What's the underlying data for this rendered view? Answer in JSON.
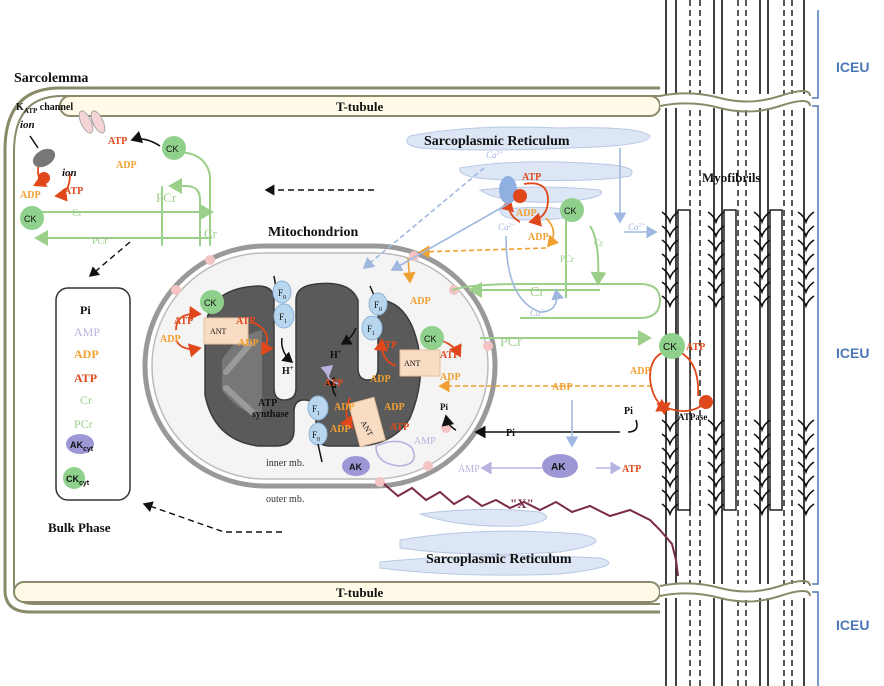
{
  "colors": {
    "atp_orange_red": "#e0481c",
    "adp_orange": "#f0a030",
    "cr_green": "#9ccf8a",
    "ck_green": "#8fd18c",
    "amp_lavender": "#b8b4e0",
    "ak_purple": "#9e97d6",
    "ca_blue": "#9fb8e0",
    "sr_fill": "#dce6f4",
    "atp_synthase_blue": "#b8d6ee",
    "iceu_blue": "#4d78b8",
    "membrane_gray": "#999999",
    "matrix_dark": "#555555",
    "x_path": "#7a2a4a"
  },
  "labels": {
    "sarcolemma": "Sarcolemma",
    "katp_channel": "K",
    "katp_sub": "ATP",
    "katp_suffix": " channel",
    "ion_top": "ion",
    "ion_bottom": "ion",
    "ttubule_top": "T-tubule",
    "ttubule_bottom": "T-tubule",
    "sr_top": "Sarcoplasmic Reticulum",
    "sr_bottom": "Sarcoplasmic Reticulum",
    "myofibrils": "Myofibrils",
    "mitochondrion": "Mitochondrion",
    "atp_synthase_1": "ATP",
    "atp_synthase_2": "synthase",
    "inner_mb": "inner mb.",
    "outer_mb": "outer mb.",
    "bulk_phase": "Bulk Phase",
    "x_factor": "\"X\"",
    "atpase": "ATPase",
    "ant": "ANT",
    "f0": "F",
    "f0_sub": "0",
    "f1": "F",
    "f1_sub": "1",
    "h_plus": "H",
    "h_plus_sup": "+"
  },
  "iceu": [
    "ICEU",
    "ICEU",
    "ICEU"
  ],
  "metabolites": {
    "atp": "ATP",
    "adp": "ADP",
    "amp": "AMP",
    "pi": "Pi",
    "cr": "Cr",
    "pcr": "PCr",
    "ck": "CK",
    "ak": "AK",
    "ca": "Ca",
    "ca_sup": "2+"
  },
  "bulk_list": {
    "pi": "Pi",
    "amp": "AMP",
    "adp": "ADP",
    "atp": "ATP",
    "cr": "Cr",
    "pcr": "PCr",
    "ak": "AK",
    "ak_sub": "cyt",
    "ck": "CK",
    "ck_sub": "cyt"
  }
}
